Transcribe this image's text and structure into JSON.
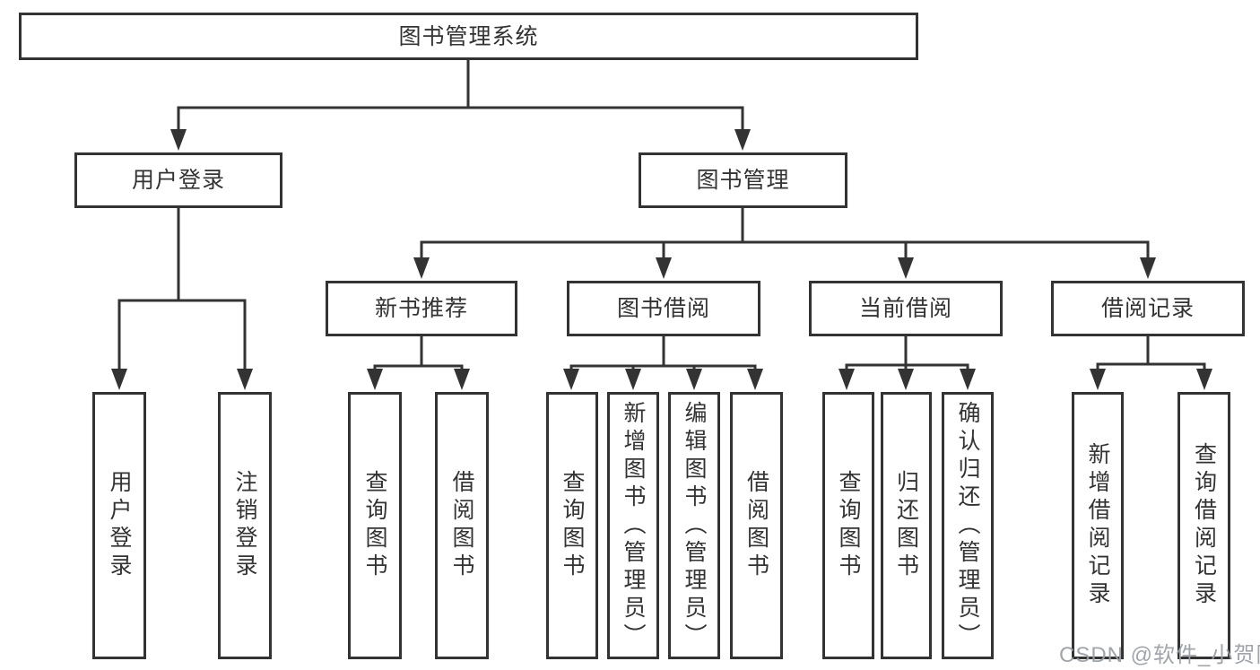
{
  "diagram_title": "图书管理系统",
  "nodes": {
    "root": {
      "label": "图书管理系统"
    },
    "user_login_group": {
      "label": "用户登录"
    },
    "book_mgmt_group": {
      "label": "图书管理"
    },
    "new_book_rec": {
      "label": "新书推荐"
    },
    "book_borrow": {
      "label": "图书借阅"
    },
    "current_borrow": {
      "label": "当前借阅"
    },
    "borrow_records": {
      "label": "借阅记录"
    },
    "leaf_user_login": {
      "label": "用户登录"
    },
    "leaf_logout": {
      "label": "注销登录"
    },
    "leaf_query_books_rec": {
      "label": "查询图书"
    },
    "leaf_borrow_books_rec": {
      "label": "借阅图书"
    },
    "leaf_query_books_borrow": {
      "label": "查询图书"
    },
    "leaf_add_books_admin": {
      "label": "新增图书（管理员）"
    },
    "leaf_edit_books_admin": {
      "label": "编辑图书（管理员）"
    },
    "leaf_borrow_books": {
      "label": "借阅图书"
    },
    "leaf_query_books_current": {
      "label": "查询图书"
    },
    "leaf_return_books": {
      "label": "归还图书"
    },
    "leaf_confirm_return_admin": {
      "label": "确认归还（管理员）"
    },
    "leaf_add_borrow_record": {
      "label": "新增借阅记录"
    },
    "leaf_query_borrow_record": {
      "label": "查询借阅记录"
    }
  },
  "hierarchy": {
    "root": "图书管理系统",
    "children": {
      "用户登录": [
        "用户登录",
        "注销登录"
      ],
      "图书管理": {
        "新书推荐": [
          "查询图书",
          "借阅图书"
        ],
        "图书借阅": [
          "查询图书",
          "新增图书（管理员）",
          "编辑图书（管理员）",
          "借阅图书"
        ],
        "当前借阅": [
          "查询图书",
          "归还图书",
          "确认归还（管理员）"
        ],
        "借阅记录": [
          "新增借阅记录",
          "查询借阅记录"
        ]
      }
    }
  },
  "watermark": {
    "text": "CSDN @软件_小贺同学"
  },
  "colors": {
    "line": "#333333",
    "box_border": "#333333",
    "text": "#333333",
    "background": "#ffffff",
    "watermark": "#9ba0a8"
  }
}
